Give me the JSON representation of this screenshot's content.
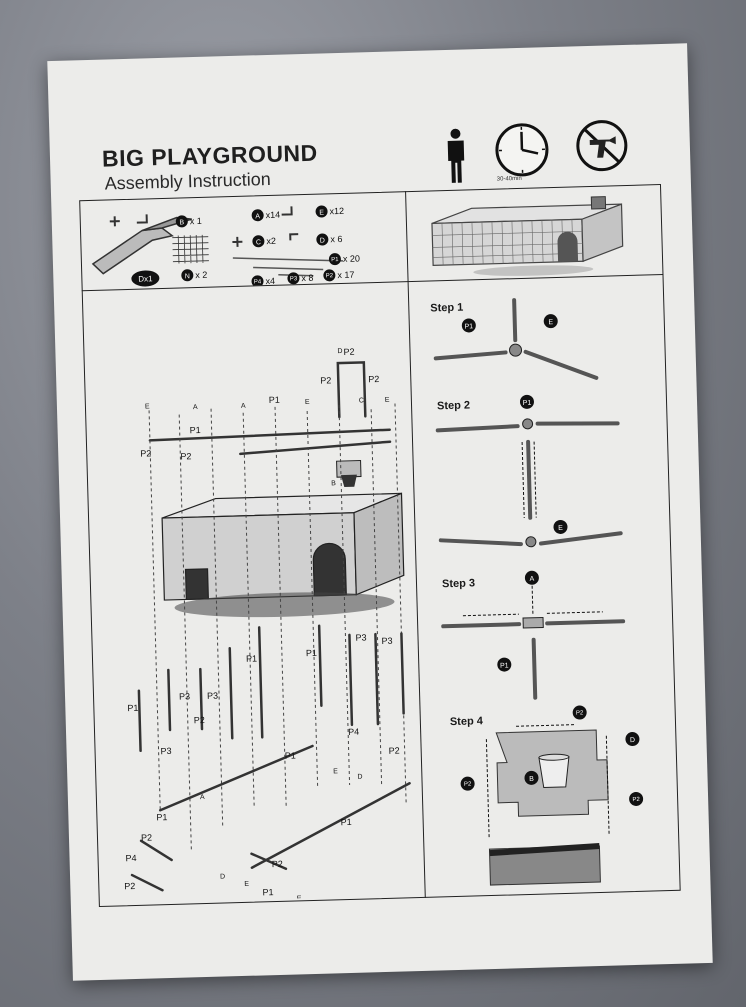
{
  "header": {
    "title": "BIG PLAYGROUND",
    "subtitle": "Assembly Instruction",
    "time": "30-40min",
    "icons": [
      "person-icon",
      "clock-icon",
      "no-drill-icon"
    ]
  },
  "parts": [
    {
      "id": "B",
      "qty": "x 1"
    },
    {
      "id": "A",
      "qty": "x14"
    },
    {
      "id": "E",
      "qty": "x12"
    },
    {
      "id": "C",
      "qty": "x2"
    },
    {
      "id": "D",
      "qty": "x 6"
    },
    {
      "id": "N",
      "qty": "x 2"
    },
    {
      "id": "P1",
      "qty": "x 20"
    },
    {
      "id": "P2",
      "qty": "x 17"
    },
    {
      "id": "P3",
      "qty": "x 8"
    },
    {
      "id": "P4",
      "qty": "x4"
    },
    {
      "id": "Dx1",
      "qty": ""
    }
  ],
  "steps": [
    {
      "label": "Step 1",
      "callouts": [
        "P1",
        "E"
      ]
    },
    {
      "label": "Step 2",
      "callouts": [
        "P1",
        "E"
      ]
    },
    {
      "label": "Step 3",
      "callouts": [
        "A",
        "P1"
      ]
    },
    {
      "label": "Step 4",
      "callouts": [
        "P2",
        "D",
        "B",
        "P2",
        "P2"
      ]
    }
  ],
  "diagram_labels": {
    "p1": "P1",
    "p2": "P2",
    "p3": "P3",
    "p4": "P4",
    "a": "A",
    "b": "B",
    "c": "C",
    "d": "D",
    "e": "E"
  }
}
